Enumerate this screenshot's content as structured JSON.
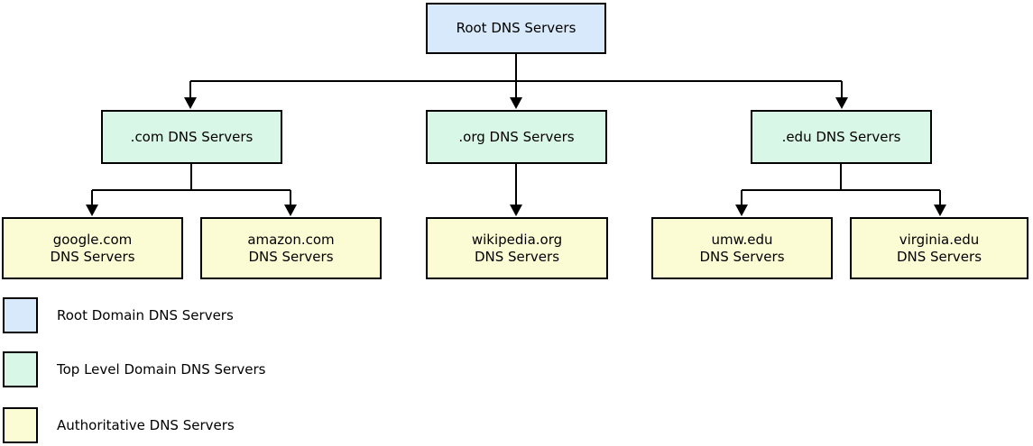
{
  "nodes": {
    "root": {
      "label": "Root DNS Servers"
    },
    "com": {
      "label": ".com DNS Servers"
    },
    "org": {
      "label": ".org DNS Servers"
    },
    "edu": {
      "label": ".edu DNS Servers"
    },
    "google": {
      "line1": "google.com",
      "line2": "DNS Servers"
    },
    "amazon": {
      "line1": "amazon.com",
      "line2": "DNS Servers"
    },
    "wikipedia": {
      "line1": "wikipedia.org",
      "line2": "DNS Servers"
    },
    "umw": {
      "line1": "umw.edu",
      "line2": "DNS Servers"
    },
    "virginia": {
      "line1": "virginia.edu",
      "line2": "DNS Servers"
    }
  },
  "legend": [
    {
      "label": "Root Domain DNS Servers",
      "color": "#d7e9fa"
    },
    {
      "label": "Top Level Domain DNS Servers",
      "color": "#d9f7e6"
    },
    {
      "label": "Authoritative DNS Servers",
      "color": "#fcfcd4"
    }
  ],
  "colors": {
    "root_fill": "#d7e9fa",
    "tld_fill": "#d9f7e6",
    "authoritative_fill": "#fcfcd4",
    "line": "#000000",
    "text": "#000000"
  }
}
